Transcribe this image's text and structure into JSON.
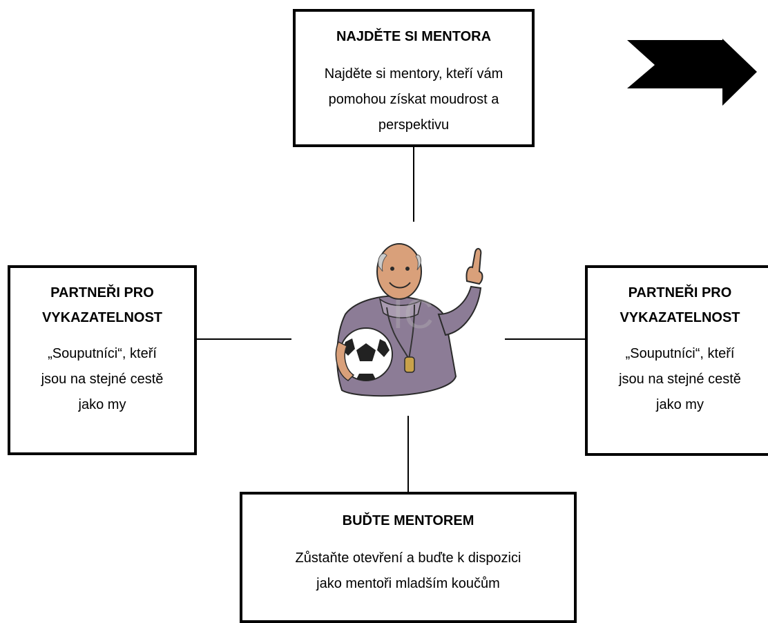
{
  "diagram": {
    "top_box": {
      "title": "NAJDĚTE SI MENTORA",
      "body_lines": [
        "Najděte si mentory, kteří vám",
        "pomohou získat moudrost a",
        "perspektivu"
      ]
    },
    "left_box": {
      "title_lines": [
        "PARTNEŘI PRO",
        "VYKAZATELNOST"
      ],
      "body_lines": [
        "„Souputníci“, kteří",
        "jsou na stejné cestě",
        "jako my"
      ]
    },
    "right_box": {
      "title_lines": [
        "PARTNEŘI PRO",
        "VYKAZATELNOST"
      ],
      "body_lines": [
        "„Souputníci“, kteří",
        "jsou na stejné cestě",
        "jako my"
      ]
    },
    "bottom_box": {
      "title": "BUĎTE MENTOREM",
      "body_lines": [
        "Zůstaňte otevření a buďte k dispozici",
        "jako mentoři mladším koučům"
      ]
    },
    "center_image": {
      "icon": "coach-with-soccer-ball-icon",
      "watermark": "IC"
    },
    "arrow_icon": "right-arrow-icon",
    "colors": {
      "border": "#000000",
      "background": "#ffffff",
      "coach_jacket": "#8c7c96",
      "coach_skin": "#d9a07a"
    }
  }
}
